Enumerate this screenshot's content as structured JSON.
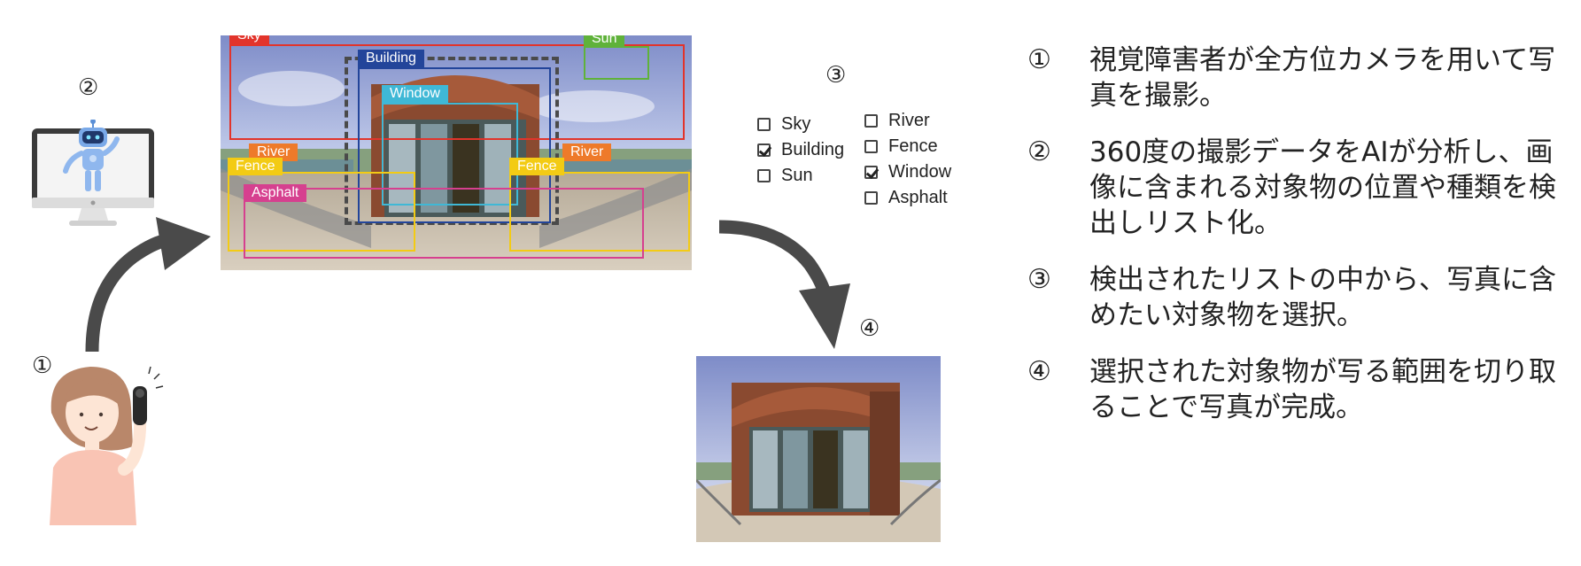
{
  "markers": {
    "capture": "①",
    "ai": "②",
    "select": "③",
    "result": "④"
  },
  "panorama": {
    "labels": {
      "sky": "Sky",
      "sun": "Sun",
      "building": "Building",
      "window": "Window",
      "river_left": "River",
      "river_right": "River",
      "fence_left": "Fence",
      "fence_right": "Fence",
      "asphalt": "Asphalt"
    },
    "colors": {
      "sky": "#e2342b",
      "sun": "#5fb23a",
      "building": "#23459a",
      "window": "#3fb8d6",
      "river": "#ee7a2a",
      "fence": "#f3cb14",
      "asphalt": "#d6408f",
      "selection": "#4a4a4a"
    }
  },
  "checklist": {
    "col1": [
      {
        "label": "Sky",
        "checked": false
      },
      {
        "label": "Building",
        "checked": true
      },
      {
        "label": "Sun",
        "checked": false
      }
    ],
    "col2": [
      {
        "label": "River",
        "checked": false
      },
      {
        "label": "Fence",
        "checked": false
      },
      {
        "label": "Window",
        "checked": true
      },
      {
        "label": "Asphalt",
        "checked": false
      }
    ]
  },
  "steps": [
    {
      "num": "①",
      "text": "視覚障害者が全方位カメラを用いて写真を撮影。"
    },
    {
      "num": "②",
      "text": "360度の撮影データをAIが分析し、画像に含まれる対象物の位置や種類を検出しリスト化。"
    },
    {
      "num": "③",
      "text": "検出されたリストの中から、写真に含めたい対象物を選択。"
    },
    {
      "num": "④",
      "text": "選択された対象物が写る範囲を切り取ることで写真が完成。"
    }
  ]
}
